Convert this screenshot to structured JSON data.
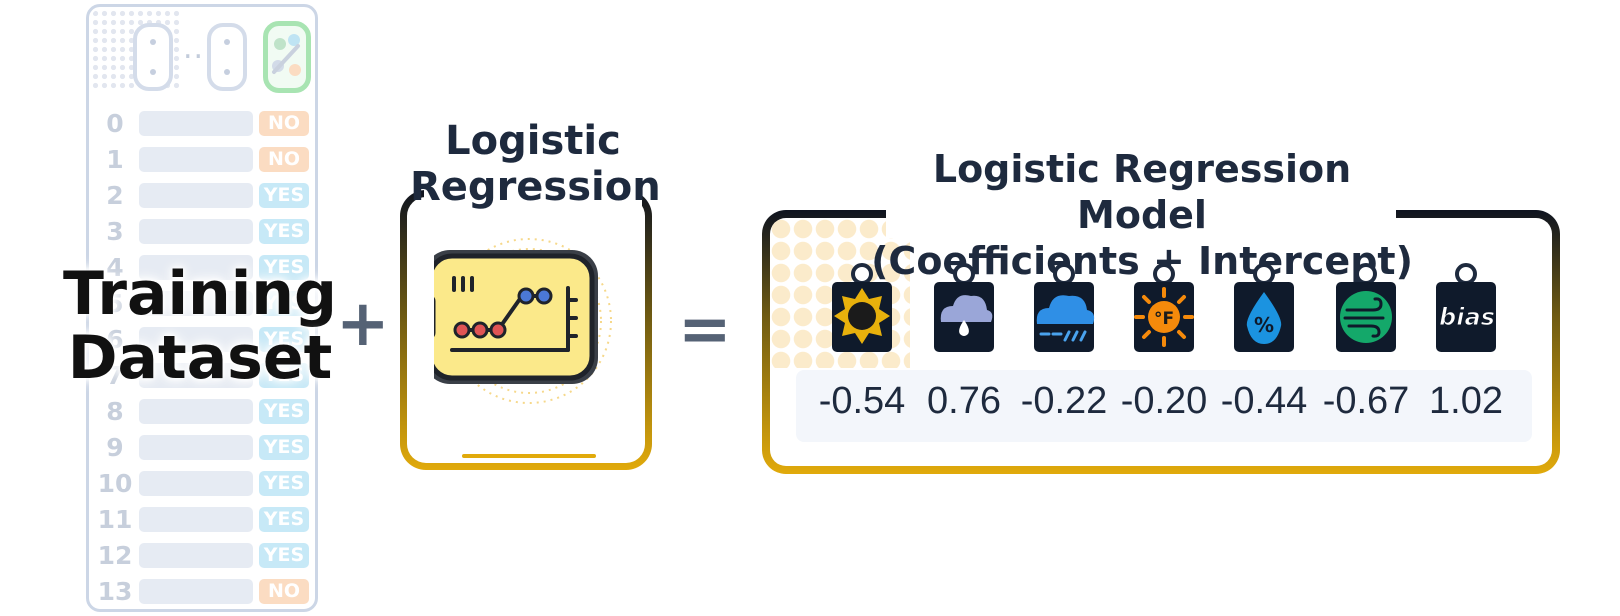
{
  "dataset": {
    "title_line1": "Training",
    "title_line2": "Dataset",
    "col_ellipsis": "...",
    "rows": [
      {
        "index": "0",
        "label": "NO"
      },
      {
        "index": "1",
        "label": "NO"
      },
      {
        "index": "2",
        "label": "YES"
      },
      {
        "index": "3",
        "label": "YES"
      },
      {
        "index": "4",
        "label": "YES"
      },
      {
        "index": "5",
        "label": "YES"
      },
      {
        "index": "6",
        "label": "YES"
      },
      {
        "index": "7",
        "label": "YES"
      },
      {
        "index": "8",
        "label": "YES"
      },
      {
        "index": "9",
        "label": "YES"
      },
      {
        "index": "10",
        "label": "YES"
      },
      {
        "index": "11",
        "label": "YES"
      },
      {
        "index": "12",
        "label": "YES"
      },
      {
        "index": "13",
        "label": "NO"
      }
    ]
  },
  "operators": {
    "plus": "+",
    "equals": "="
  },
  "algorithm": {
    "title_line1": "Logistic",
    "title_line2": "Regression",
    "icon": "chart-monitor-icon"
  },
  "model": {
    "title_line1": "Logistic Regression Model",
    "title_line2": "(Coefficients + Intercept)",
    "coefficients": [
      {
        "icon": "sun-icon",
        "value": "-0.54"
      },
      {
        "icon": "cloud-icon",
        "value": "0.76"
      },
      {
        "icon": "rain-cloud-icon",
        "value": "-0.22"
      },
      {
        "icon": "temperature-icon",
        "value": "-0.20"
      },
      {
        "icon": "humidity-icon",
        "value": "-0.44"
      },
      {
        "icon": "wind-icon",
        "value": "-0.67"
      },
      {
        "icon": "bias-icon",
        "label": "bias",
        "value": "1.02"
      }
    ]
  },
  "colors": {
    "accent_gold": "#e1aa0b",
    "dark_navy": "#0f1420",
    "no_label": "#fbdcc2",
    "yes_label": "#c7e9f7"
  }
}
